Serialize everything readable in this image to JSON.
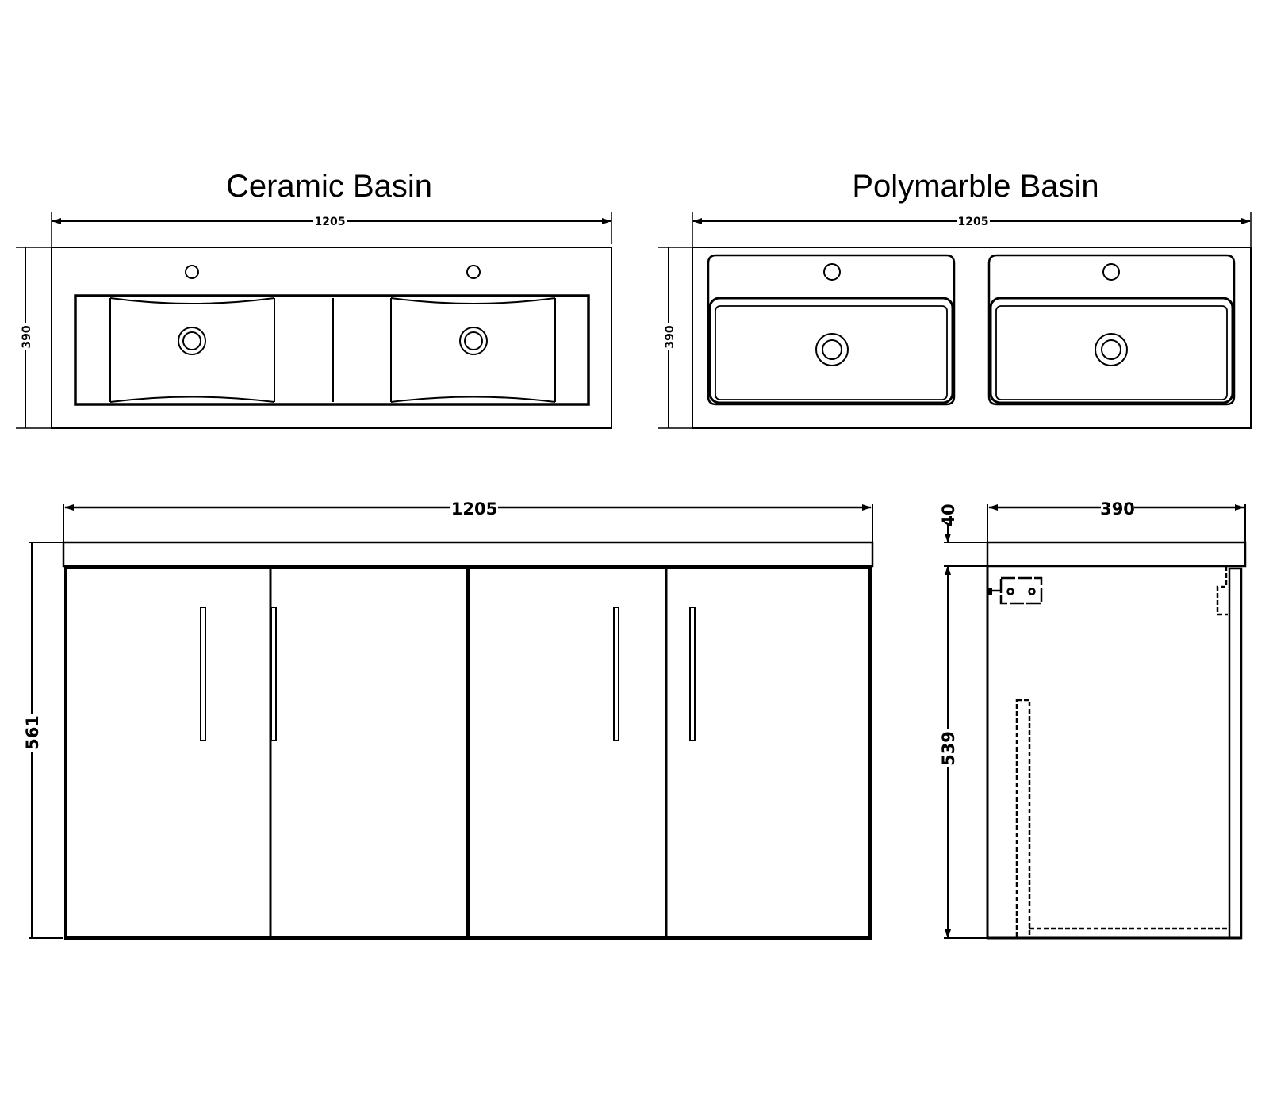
{
  "views": {
    "ceramic_top": {
      "title": "Ceramic Basin",
      "width_label": "1205",
      "depth_label": "390"
    },
    "polymarble_top": {
      "title": "Polymarble Basin",
      "width_label": "1205",
      "depth_label": "390"
    },
    "front_elevation": {
      "width_label": "1205",
      "height_label": "561",
      "door_count": 4
    },
    "side_elevation": {
      "depth_label": "390",
      "top_thickness_label": "40",
      "carcass_height_label": "539"
    }
  },
  "colors": {
    "line": "#000000",
    "background": "#ffffff"
  }
}
